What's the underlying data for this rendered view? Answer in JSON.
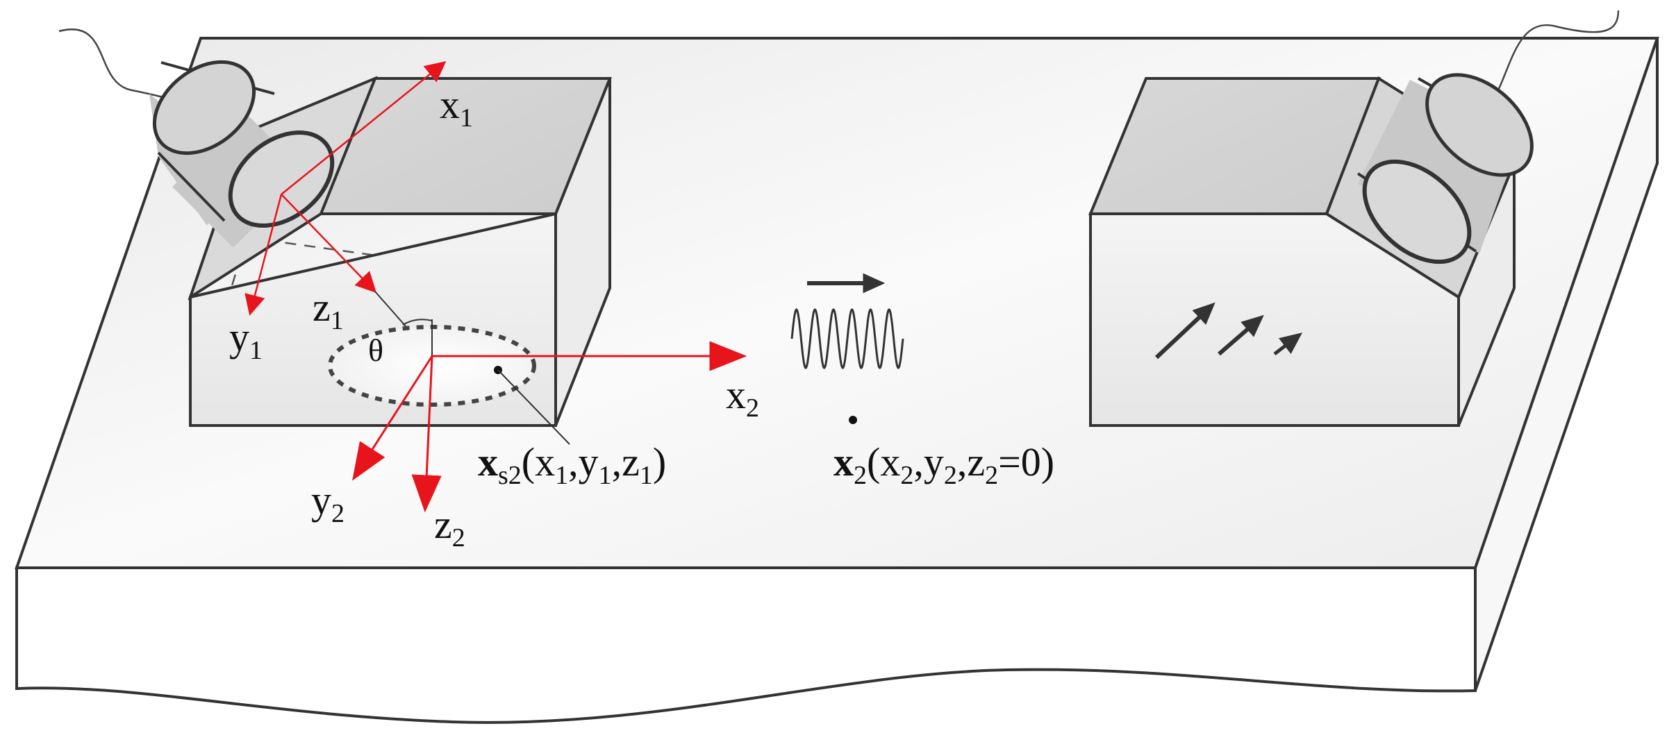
{
  "labels": {
    "theta": "θ",
    "x1": {
      "base": "x",
      "sub": "1"
    },
    "y1": {
      "base": "y",
      "sub": "1"
    },
    "z1": {
      "base": "z",
      "sub": "1"
    },
    "x2": {
      "base": "x",
      "sub": "2"
    },
    "y2": {
      "base": "y",
      "sub": "2"
    },
    "z2": {
      "base": "z",
      "sub": "2"
    },
    "source_point": {
      "bold": "x",
      "sub": "s2",
      "args": [
        {
          "base": "x",
          "sub": "1"
        },
        {
          "base": "y",
          "sub": "1"
        },
        {
          "base": "z",
          "sub": "1"
        }
      ]
    },
    "receiver_point": {
      "bold": "x",
      "sub": "2",
      "args": [
        {
          "base": "x",
          "sub": "2"
        },
        {
          "base": "y",
          "sub": "2"
        },
        {
          "base": "z",
          "sub": "2",
          "suffix": "=0"
        }
      ]
    }
  },
  "colors": {
    "axis": "#e8141c",
    "outline": "#333333",
    "plate_top": "#f2f2f2",
    "wedge_face": "#dcdcdc",
    "transducer": "#d0d0d0",
    "text": "#111111"
  },
  "icons": {
    "wave": "sine-wave-icon",
    "direction": "propagation-arrow-icon"
  }
}
